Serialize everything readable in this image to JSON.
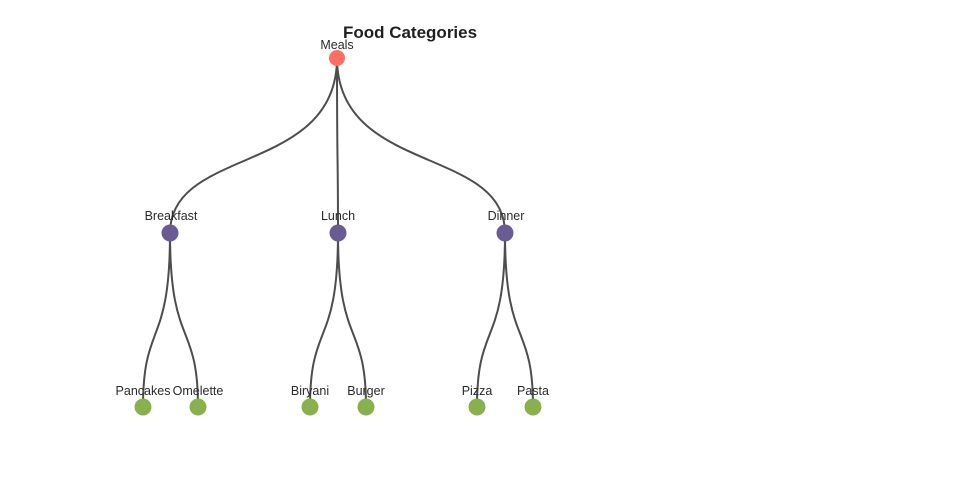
{
  "title": "Food Categories",
  "colors": {
    "root_node": "#FF6F61",
    "branch_node": "#6B5B95",
    "leaf_node": "#88B04B",
    "edge": "#4d4d4d",
    "label_text": "#2a2a2a"
  },
  "nodes": [
    {
      "id": "meals",
      "label": "Meals",
      "parent": null,
      "level": "root"
    },
    {
      "id": "breakfast",
      "label": "Breakfast",
      "parent": "Meals",
      "level": "branch"
    },
    {
      "id": "lunch",
      "label": "Lunch",
      "parent": "Meals",
      "level": "branch"
    },
    {
      "id": "dinner",
      "label": "Dinner",
      "parent": "Meals",
      "level": "branch"
    },
    {
      "id": "pancakes",
      "label": "Pancakes",
      "parent": "Breakfast",
      "level": "leaf"
    },
    {
      "id": "omelette",
      "label": "Omelette",
      "parent": "Breakfast",
      "level": "leaf"
    },
    {
      "id": "biryani",
      "label": "Biryani",
      "parent": "Lunch",
      "level": "leaf"
    },
    {
      "id": "burger",
      "label": "Burger",
      "parent": "Lunch",
      "level": "leaf"
    },
    {
      "id": "pizza",
      "label": "Pizza",
      "parent": "Dinner",
      "level": "leaf"
    },
    {
      "id": "pasta",
      "label": "Pasta",
      "parent": "Dinner",
      "level": "leaf"
    }
  ],
  "edges": [
    {
      "from": "Meals",
      "to": "Breakfast"
    },
    {
      "from": "Meals",
      "to": "Lunch"
    },
    {
      "from": "Meals",
      "to": "Dinner"
    },
    {
      "from": "Breakfast",
      "to": "Pancakes"
    },
    {
      "from": "Breakfast",
      "to": "Omelette"
    },
    {
      "from": "Lunch",
      "to": "Biryani"
    },
    {
      "from": "Lunch",
      "to": "Burger"
    },
    {
      "from": "Dinner",
      "to": "Pizza"
    },
    {
      "from": "Dinner",
      "to": "Pasta"
    }
  ]
}
